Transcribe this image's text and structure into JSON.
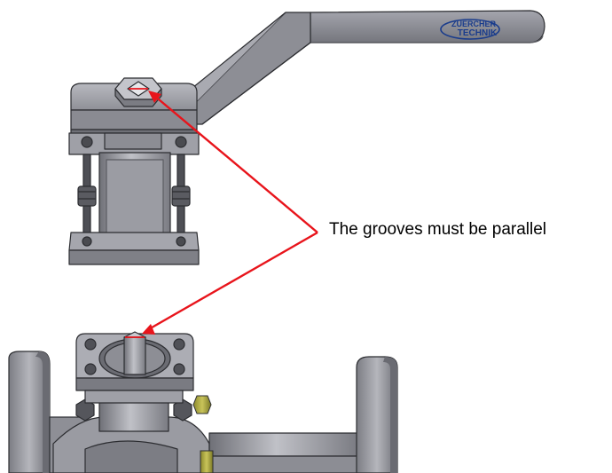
{
  "annotation": {
    "text": "The grooves must be parallel",
    "arrow_color": "#e8141b"
  },
  "logo": {
    "line1": "ZUERCHER",
    "line2": "TECHNIK",
    "color": "#1a3c8c"
  },
  "colors": {
    "metal_light": "#b3b4bb",
    "metal_mid": "#8e8f96",
    "metal_dark": "#55565c",
    "outline": "#2c2d31"
  }
}
